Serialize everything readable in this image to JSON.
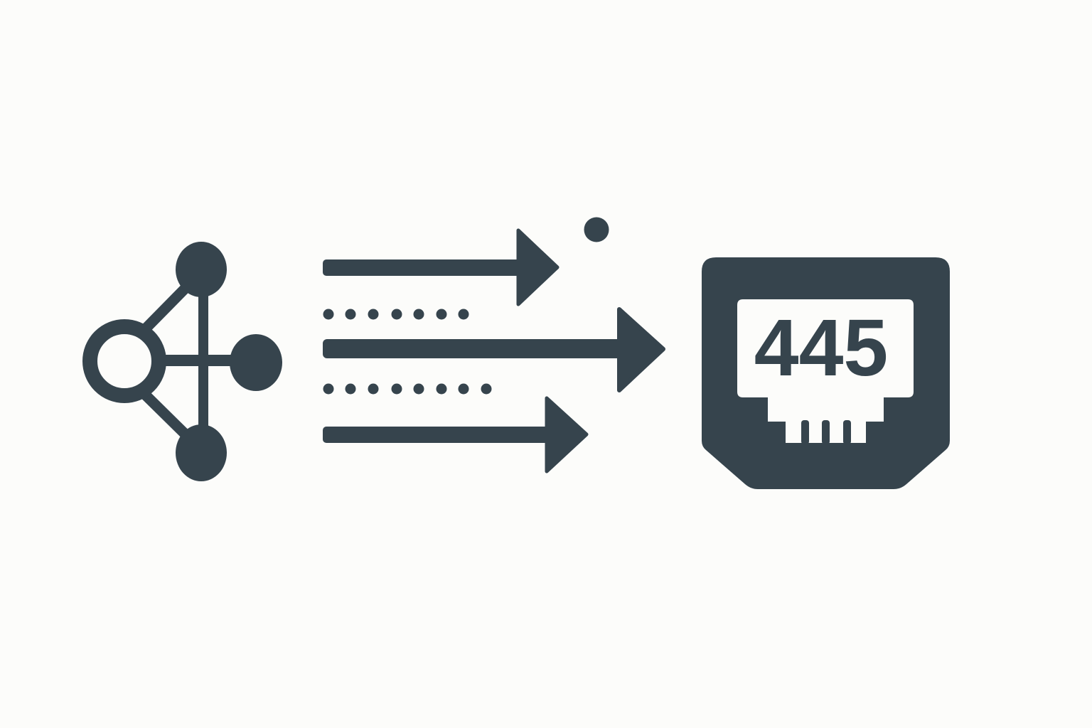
{
  "diagram": {
    "description": "Network node sending traffic to port 445",
    "colors": {
      "background": "#fcfcfa",
      "icon": "#36444d",
      "cutout": "#fcfcfa"
    },
    "source": {
      "icon": "network-nodes-icon",
      "label": ""
    },
    "flow": {
      "icon": "data-flow-arrows-icon",
      "arrows": 3,
      "dot_rows": [
        7,
        8
      ],
      "stray_dot": 1
    },
    "target": {
      "icon": "ethernet-port-icon",
      "port_number": "445"
    }
  }
}
